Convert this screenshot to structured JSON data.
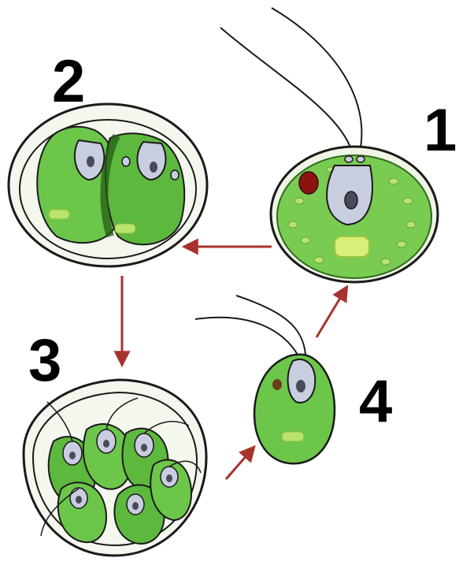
{
  "labels": {
    "stage_1": "1",
    "stage_2": "2",
    "stage_3": "3",
    "stage_4": "4"
  },
  "colors": {
    "cell_green": "#6cc64a",
    "cell_green_dark": "#3f8f2a",
    "chloroplast_spot": "#b9e36a",
    "nucleus_fill": "#c9cde0",
    "eyespot": "#8b1410",
    "arrow": "#a8332e",
    "outline": "#1a1a1a",
    "text": "#000000"
  },
  "icons": {
    "cycle_arrows": "arrow-icon",
    "flagella": "flagellum-line"
  }
}
